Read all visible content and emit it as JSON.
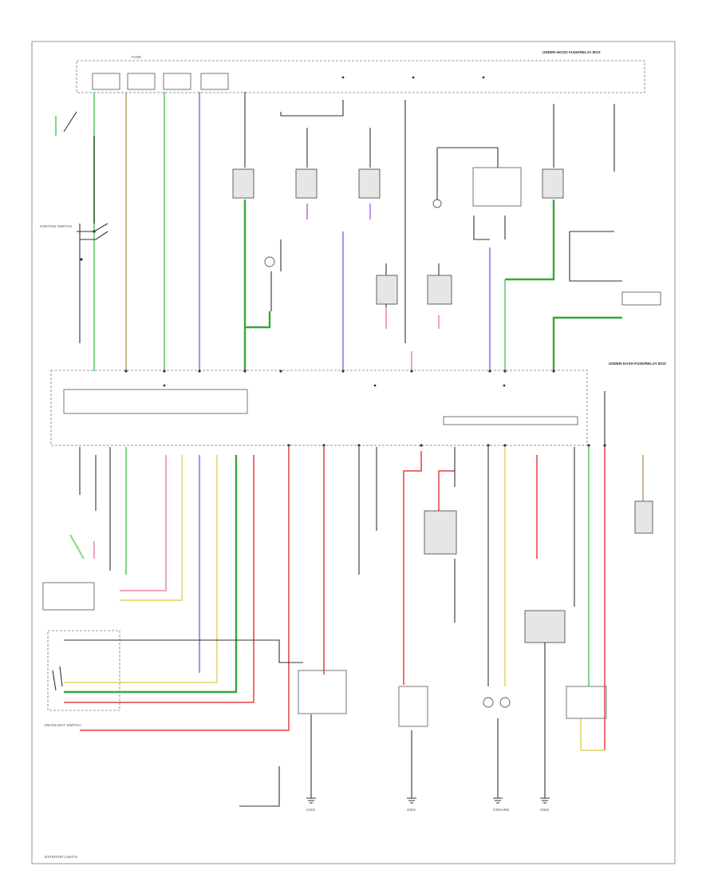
{
  "colors": {
    "green": "#86d889",
    "dark_green": "#35a83a",
    "tan": "#c8b98a",
    "blue": "#9d9de8",
    "pink": "#f3a3b8",
    "red": "#ec6e6e",
    "yellow": "#e9dd86",
    "violet": "#d28ae6",
    "wire": "#333333"
  },
  "labels": {
    "under_hood_box": "UNDER-HOOD FUSE/RELAY BOX",
    "under_dash_box": "UNDER-DASH FUSE/RELAY BOX",
    "headlight_switch": "HEADLIGHT SWITCH",
    "ignition_switch": "IGNITION SWITCH",
    "fuse": "FUSE",
    "g401": "G401",
    "g501": "G501",
    "g502": "G502",
    "ground": "GROUND",
    "footer": "EXTERIOR LIGHTS"
  }
}
